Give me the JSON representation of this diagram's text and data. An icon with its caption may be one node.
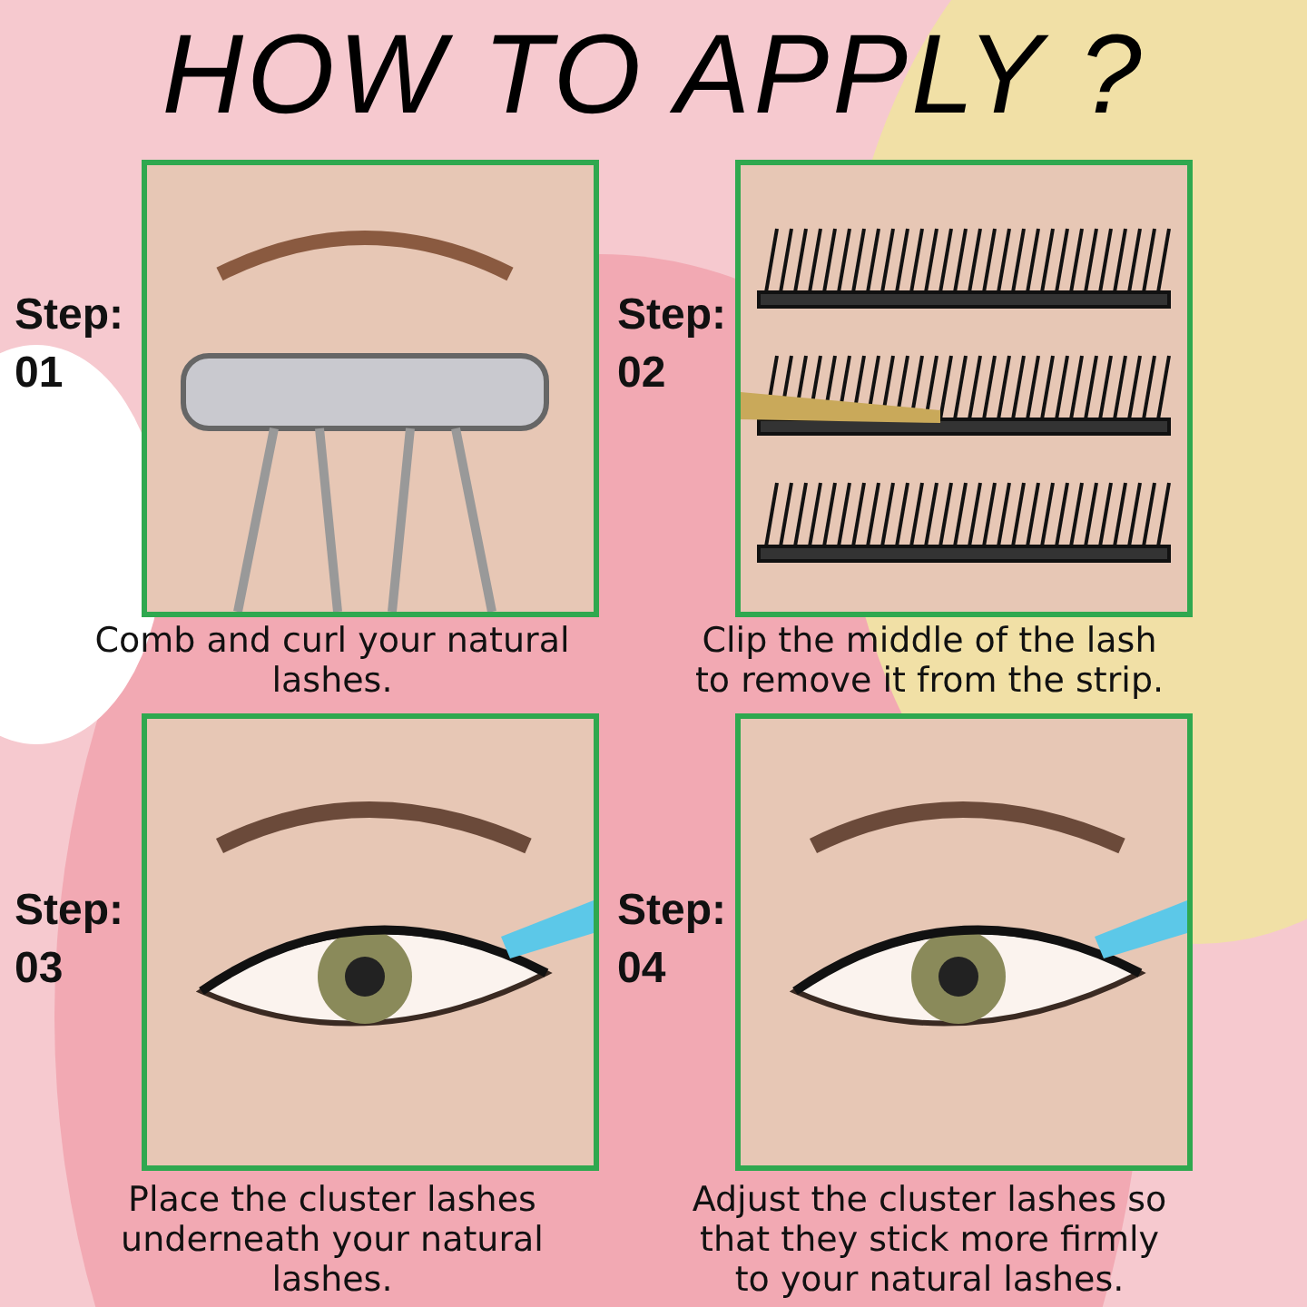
{
  "diagram": {
    "title": "HOW TO APPLY ?",
    "nodes": [
      {
        "text": [],
        "shape": "picture",
        "beside": [
          "Step: 01",
          "Comb and curl your natural lashes."
        ]
      },
      {
        "text": [],
        "shape": "picture",
        "beside": [
          "Step: 02",
          "Clip the middle of the lash to remove it from the strip."
        ]
      },
      {
        "text": [],
        "shape": "picture",
        "beside": [
          "Step: 03",
          "Place the cluster lashes underneath your natural lashes."
        ]
      },
      {
        "text": [],
        "shape": "picture",
        "beside": [
          "Step: 04",
          "Adjust the cluster lashes so that they stick more firmly to your natural lashes."
        ]
      }
    ]
  }
}
